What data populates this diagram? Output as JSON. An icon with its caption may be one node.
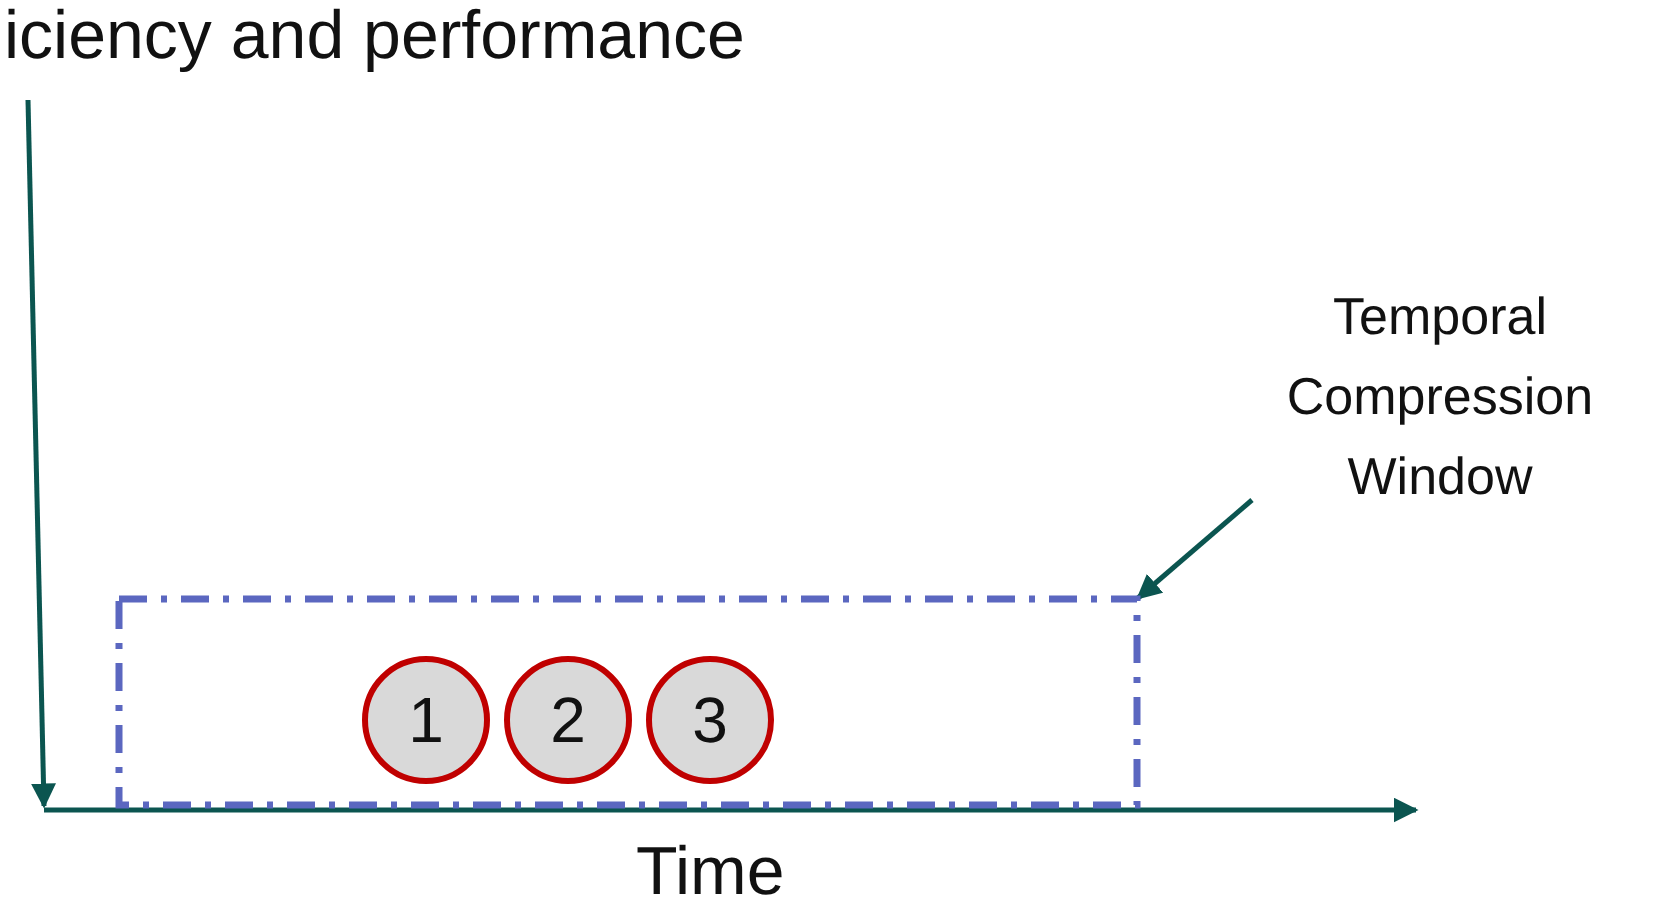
{
  "diagram": {
    "nodes": [
      {
        "text": [
          "Temporal Compression Window"
        ]
      },
      {
        "text": [],
        "shape": "box"
      },
      {
        "text": [
          "1"
        ],
        "in": 1
      },
      {
        "text": [
          "2"
        ],
        "in": 1
      },
      {
        "text": [
          "3"
        ],
        "in": 1
      }
    ],
    "edges": [
      {
        "from": 0,
        "to": 1,
        "arrow": "to"
      }
    ],
    "labels": [
      "iciency and performance",
      "Time"
    ]
  }
}
